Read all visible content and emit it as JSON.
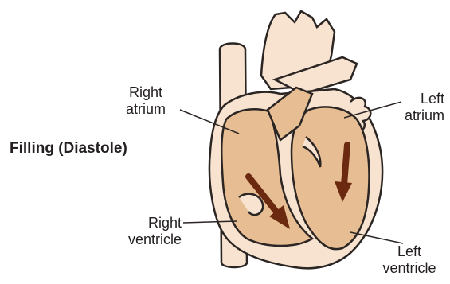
{
  "title": "Filling (Diastole)",
  "labels": {
    "right_atrium": [
      "Right",
      "atrium"
    ],
    "left_atrium": [
      "Left",
      "atrium"
    ],
    "right_ventricle": [
      "Right",
      "ventricle"
    ],
    "left_ventricle": [
      "Left",
      "ventricle"
    ]
  },
  "colors": {
    "tissue": "#f7e3cf",
    "chamber": "#e7bd93",
    "outline": "#2b2523",
    "arrow": "#6b2a10"
  }
}
